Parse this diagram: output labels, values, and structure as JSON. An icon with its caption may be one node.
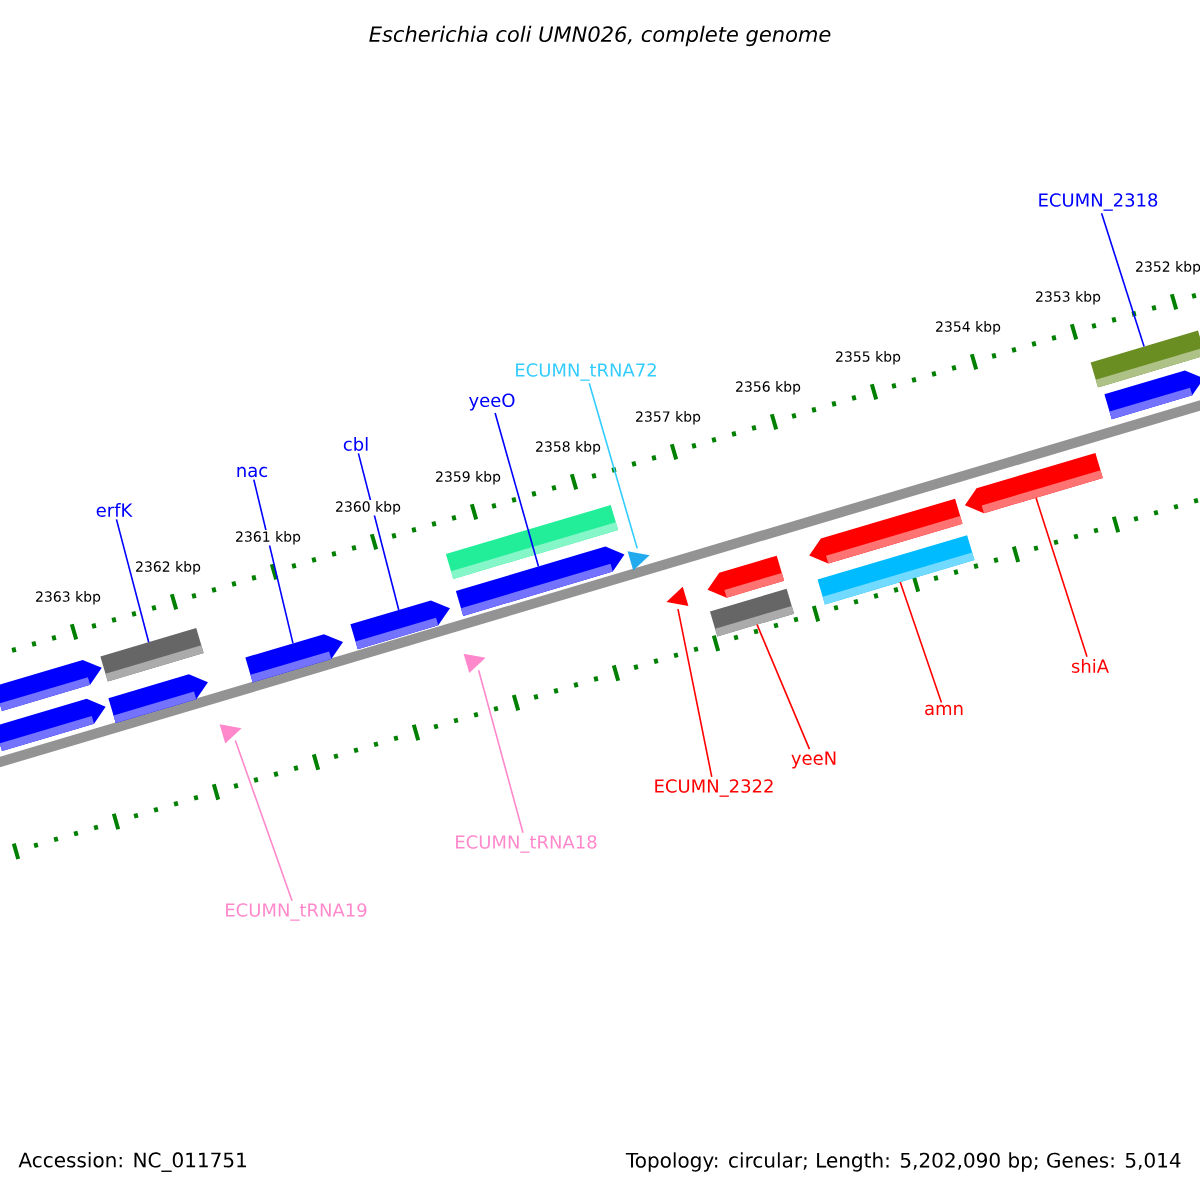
{
  "diagram": {
    "title": "Escherichia coli UMN026, complete genome",
    "nodes": [
      {
        "text": [
          "ECUMN_2318"
        ]
      },
      {
        "text": [],
        "shape": "box"
      },
      {
        "text": [
          "ECUMN_tRNA72"
        ]
      },
      {
        "text": [],
        "shape": "triangle"
      },
      {
        "text": [
          "yeeO"
        ]
      },
      {
        "text": [],
        "shape": "arrow"
      },
      {
        "text": [
          "cbl"
        ]
      },
      {
        "text": [],
        "shape": "arrow"
      },
      {
        "text": [
          "nac"
        ]
      },
      {
        "text": [],
        "shape": "arrow"
      },
      {
        "text": [
          "erfK"
        ]
      },
      {
        "text": [],
        "shape": "box"
      },
      {
        "text": [
          "ECUMN_2322"
        ]
      },
      {
        "text": [],
        "shape": "triangle"
      },
      {
        "text": [
          "yeeN"
        ]
      },
      {
        "text": [],
        "shape": "box"
      },
      {
        "text": [
          "amn"
        ]
      },
      {
        "text": [],
        "shape": "box"
      },
      {
        "text": [
          "shiA"
        ]
      },
      {
        "text": [],
        "shape": "arrow"
      },
      {
        "text": [
          "ECUMN_tRNA18"
        ]
      },
      {
        "text": [],
        "shape": "triangle"
      },
      {
        "text": [
          "ECUMN_tRNA19"
        ]
      },
      {
        "text": [],
        "shape": "triangle"
      },
      {
        "text": [],
        "shape": "arrow"
      },
      {
        "text": [],
        "shape": "arrow"
      },
      {
        "text": [],
        "shape": "arrow"
      },
      {
        "text": [],
        "shape": "box"
      },
      {
        "text": [],
        "shape": "arrow"
      },
      {
        "text": [],
        "shape": "arrow"
      },
      {
        "text": [],
        "shape": "arrow"
      }
    ],
    "edges": [
      {
        "from": 0,
        "to": 1,
        "arrow": "none"
      },
      {
        "from": 2,
        "to": 3,
        "arrow": "none",
        "color": "#33ccff"
      },
      {
        "from": 4,
        "to": 5,
        "arrow": "none"
      },
      {
        "from": 6,
        "to": 7,
        "arrow": "none"
      },
      {
        "from": 8,
        "to": 9,
        "arrow": "none"
      },
      {
        "from": 10,
        "to": 11,
        "arrow": "none"
      },
      {
        "from": 12,
        "to": 13,
        "arrow": "none",
        "color": "#ff0000"
      },
      {
        "from": 14,
        "to": 15,
        "arrow": "none",
        "color": "#ff0000"
      },
      {
        "from": 16,
        "to": 17,
        "arrow": "none",
        "color": "#ff0000"
      },
      {
        "from": 18,
        "to": 19,
        "arrow": "none",
        "color": "#ff0000"
      },
      {
        "from": 20,
        "to": 21,
        "arrow": "none",
        "color": "#ff88cc"
      },
      {
        "from": 22,
        "to": 23,
        "arrow": "none",
        "color": "#ff88cc"
      }
    ],
    "labels": [
      "2363 kbp",
      "2362 kbp",
      "2361 kbp",
      "2360 kbp",
      "2359 kbp",
      "2358 kbp",
      "2357 kbp",
      "2356 kbp",
      "2355 kbp",
      "2354 kbp",
      "2353 kbp",
      "2352 kbp",
      "Accession: NC_011751",
      "Topology: circular; Length: 5,202,090 bp; Genes: 5,014"
    ]
  }
}
